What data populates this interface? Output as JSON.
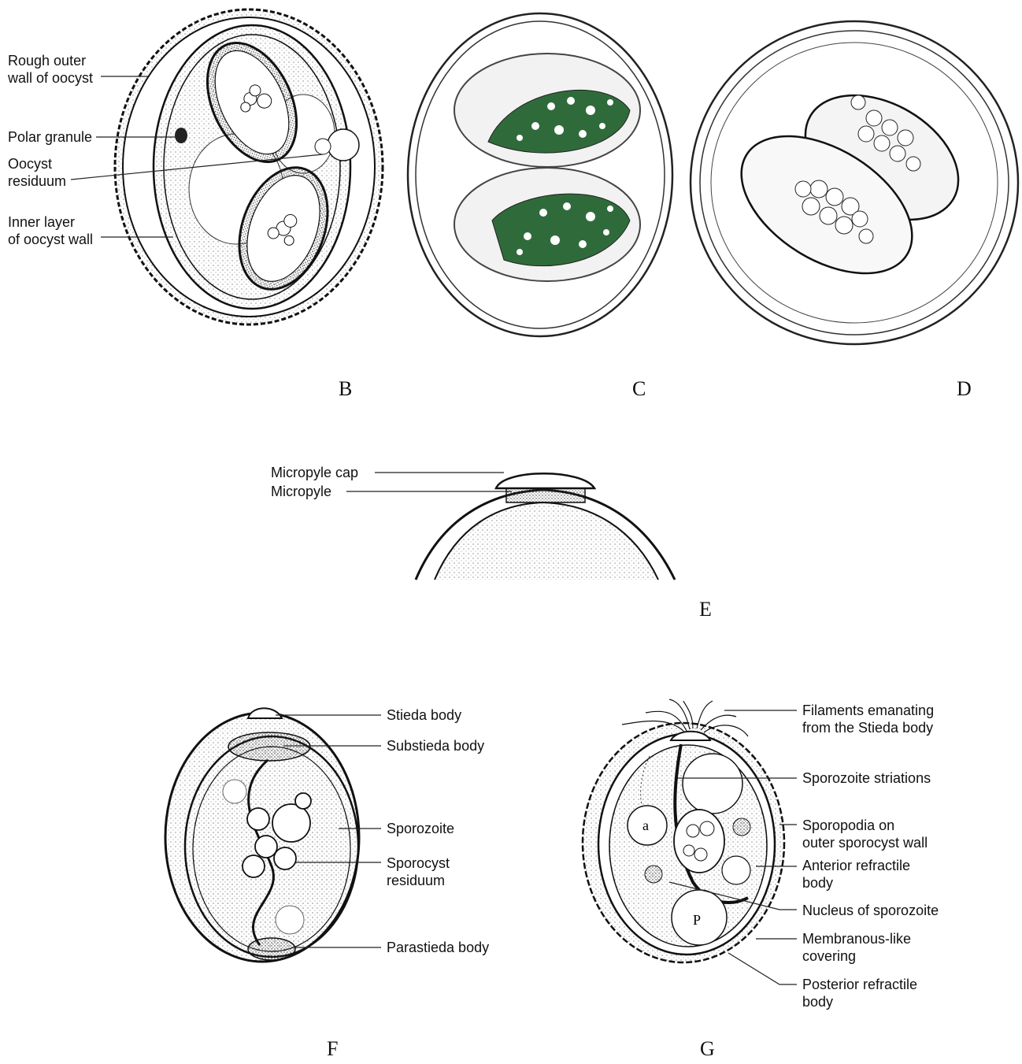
{
  "panels": {
    "B": {
      "letter": "B",
      "labels": {
        "rough_outer_wall": [
          "Rough outer",
          "wall of oocyst"
        ],
        "polar_granule": [
          "Polar granule"
        ],
        "oocyst_residuum": [
          "Oocyst",
          "residuum"
        ],
        "inner_layer": [
          "Inner layer",
          "of oocyst wall"
        ]
      }
    },
    "C": {
      "letter": "C"
    },
    "D": {
      "letter": "D"
    },
    "E": {
      "letter": "E",
      "labels": {
        "micropyle_cap": [
          "Micropyle cap"
        ],
        "micropyle": [
          "Micropyle"
        ]
      }
    },
    "F": {
      "letter": "F",
      "labels": {
        "stieda_body": [
          "Stieda body"
        ],
        "substieda_body": [
          "Substieda body"
        ],
        "sporozoite": [
          "Sporozoite"
        ],
        "sporocyst_residuum": [
          "Sporocyst",
          "residuum"
        ],
        "parastieda_body": [
          "Parastieda body"
        ]
      }
    },
    "G": {
      "letter": "G",
      "labels": {
        "filaments": [
          "Filaments emanating",
          "from the Stieda body"
        ],
        "sporozoite_striations": [
          "Sporozoite striations"
        ],
        "sporopodia": [
          "Sporopodia on",
          "outer sporocyst wall"
        ],
        "anterior_refractile": [
          "Anterior refractile",
          "body"
        ],
        "nucleus": [
          "Nucleus of sporozoite"
        ],
        "membranous_covering": [
          "Membranous-like",
          "covering"
        ],
        "posterior_refractile": [
          "Posterior refractile",
          "body"
        ]
      },
      "inner_marks": {
        "anterior": "a",
        "posterior": "P"
      }
    }
  },
  "colors": {
    "ink": "#111111",
    "cytoplasm_green": "#2f6b3a"
  }
}
